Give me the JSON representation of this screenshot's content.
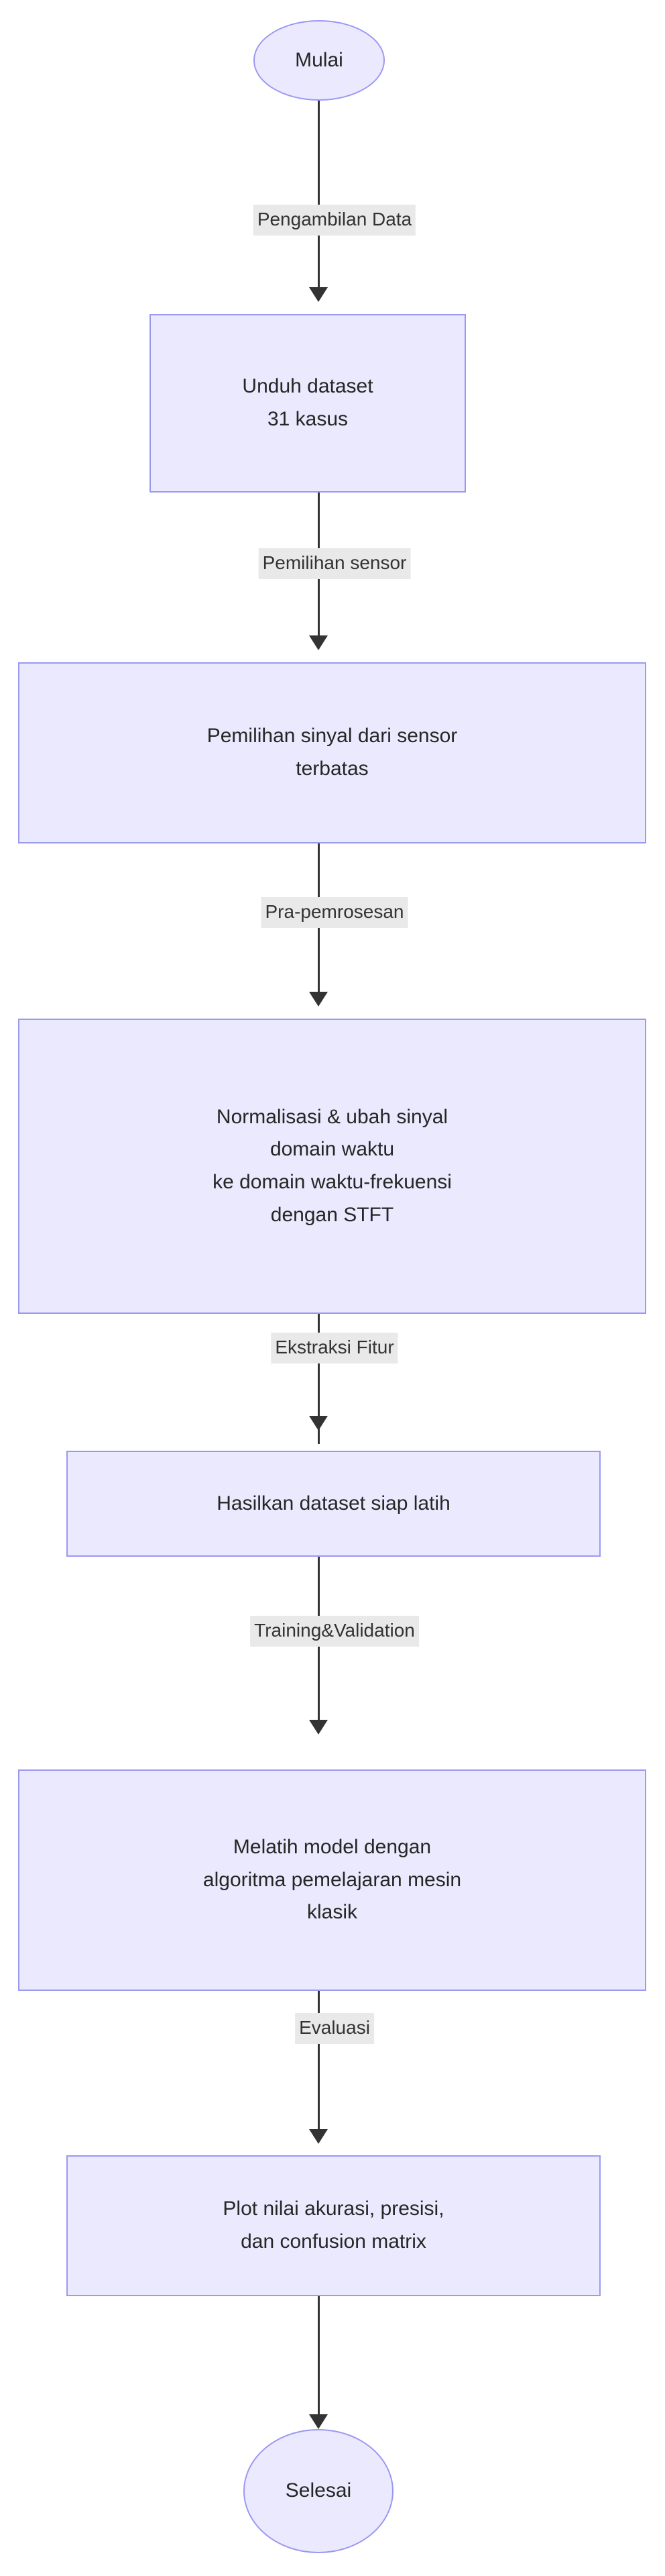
{
  "diagram": {
    "type": "flowchart",
    "orientation": "top-to-bottom",
    "colors": {
      "node_fill": "#ebe9fd",
      "node_border": "#9a99f2",
      "text": "#262626",
      "edge": "#333333",
      "edge_label_background": "#e9e9e9",
      "canvas": "#ffffff"
    },
    "nodes": [
      {
        "id": "start",
        "shape": "terminal",
        "label": "Mulai"
      },
      {
        "id": "download",
        "shape": "process",
        "label": "Unduh dataset\n31 kasus"
      },
      {
        "id": "sensor",
        "shape": "process",
        "label": "Pemilihan sinyal dari sensor\nterbatas"
      },
      {
        "id": "preprocess",
        "shape": "process",
        "label": "Normalisasi & ubah sinyal\ndomain waktu\nke domain waktu-frekuensi\ndengan STFT"
      },
      {
        "id": "dataset",
        "shape": "process",
        "label": "Hasilkan dataset siap latih"
      },
      {
        "id": "train",
        "shape": "process",
        "label": "Melatih model dengan\nalgoritma pemelajaran mesin\nklasik"
      },
      {
        "id": "evaluate",
        "shape": "process",
        "label": "Plot nilai akurasi, presisi,\ndan confusion matrix"
      },
      {
        "id": "end",
        "shape": "terminal",
        "label": "Selesai"
      }
    ],
    "edges": [
      {
        "from": "start",
        "to": "download",
        "label": "Pengambilan Data"
      },
      {
        "from": "download",
        "to": "sensor",
        "label": "Pemilihan sensor"
      },
      {
        "from": "sensor",
        "to": "preprocess",
        "label": "Pra-pemrosesan"
      },
      {
        "from": "preprocess",
        "to": "dataset",
        "label": "Ekstraksi Fitur"
      },
      {
        "from": "dataset",
        "to": "train",
        "label": "Training&Validation"
      },
      {
        "from": "train",
        "to": "evaluate",
        "label": "Evaluasi"
      },
      {
        "from": "evaluate",
        "to": "end",
        "label": ""
      }
    ]
  }
}
